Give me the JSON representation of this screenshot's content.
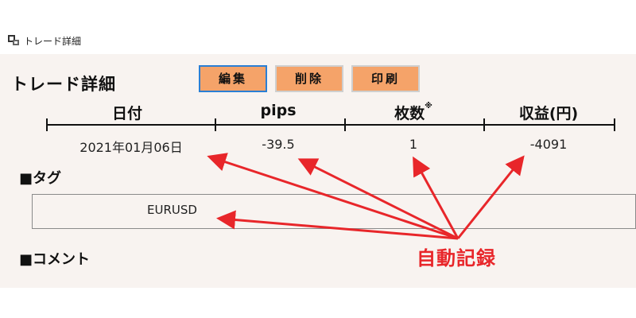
{
  "window": {
    "title": "トレード詳細"
  },
  "panel": {
    "heading": "トレード詳細",
    "buttons": {
      "edit": "編集",
      "delete": "削除",
      "print": "印刷"
    },
    "columns": [
      {
        "label": "日付",
        "note": ""
      },
      {
        "label": "pips",
        "note": ""
      },
      {
        "label": "枚数",
        "note": "※"
      },
      {
        "label": "収益(円)",
        "note": ""
      }
    ],
    "row": {
      "date": "2021年01月06日",
      "pips": "-39.5",
      "lots": "1",
      "profit": "-4091"
    },
    "tag_section": {
      "label": "■タグ",
      "value": "EURUSD"
    },
    "comment_section": {
      "label": "■コメント"
    }
  },
  "annotation": {
    "label": "自動記録",
    "color": "#e8262a"
  },
  "colors": {
    "button_fill": "#f5a369",
    "panel_bg": "#f8f3f0",
    "active_border": "#2a7fd4"
  }
}
